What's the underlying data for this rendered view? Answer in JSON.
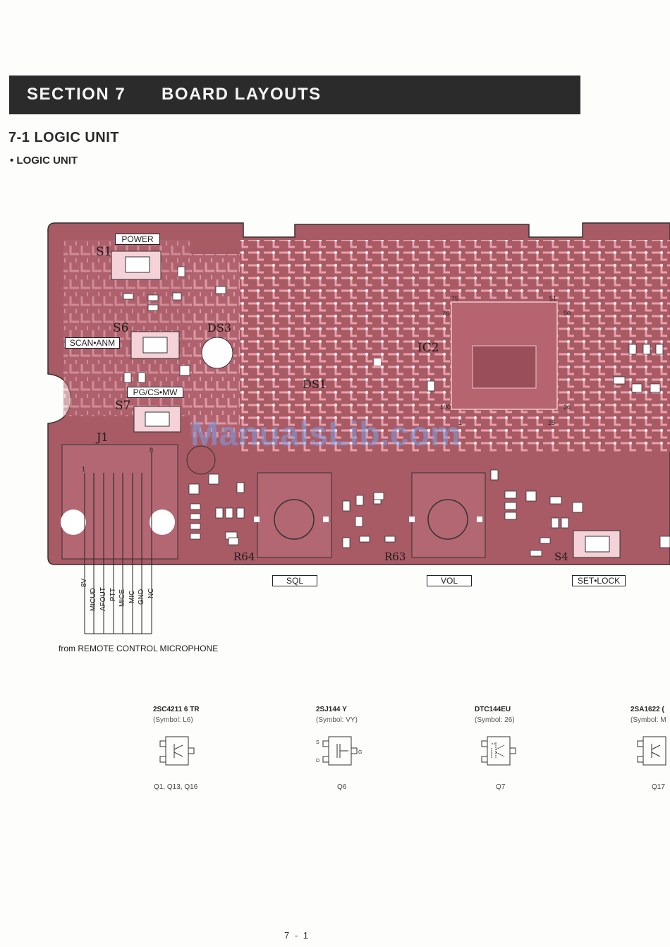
{
  "header": {
    "section_number": "SECTION  7",
    "section_title": "BOARD LAYOUTS"
  },
  "subsection": {
    "heading": "7-1  LOGIC UNIT",
    "bullet": "• LOGIC UNIT"
  },
  "board": {
    "switch_labels": {
      "power": "POWER",
      "scan": "SCAN•ANM",
      "pgcs": "PG/CS•MW"
    },
    "designators": {
      "s1": "S1",
      "s6": "S6",
      "s7": "S7",
      "j1": "J1",
      "ds3": "DS3",
      "ds1": "DS1",
      "ic2": "IC2",
      "r64": "R64",
      "r63": "R63",
      "s4": "S4"
    },
    "ic_pins": {
      "p75": "75",
      "p76": "76",
      "p51": "51",
      "p50": "50",
      "p100": "100",
      "p1": "1",
      "p26": "26",
      "p25": "25"
    },
    "jack_pins": {
      "p1": "1",
      "p8": "8"
    },
    "control_labels": {
      "sql": "SQL",
      "vol": "VOL",
      "setlock": "SET•LOCK"
    },
    "wire_labels": [
      "8V",
      "MICUD",
      "AFOUT",
      "PTT",
      "MICE",
      "MIC",
      "GND",
      "NC"
    ],
    "wire_caption": "from REMOTE CONTROL MICROPHONE",
    "colors": {
      "board": "#a85a65",
      "trace": "#f0a8b4",
      "pad": "#ffffff",
      "outline": "#333333"
    }
  },
  "parts": [
    {
      "name": "2SC4211  6  TR",
      "symbol": "(Symbol: L6)",
      "refs": "Q1, Q13, Q16"
    },
    {
      "name": "2SJ144  Y",
      "symbol": "(Symbol: VY)",
      "refs": "Q6"
    },
    {
      "name": "DTC144EU",
      "symbol": "(Symbol: 26)",
      "refs": "Q7"
    },
    {
      "name": "2SA1622  (",
      "symbol": "(Symbol: M",
      "refs": "Q17"
    }
  ],
  "watermark": "ManualsLib.com",
  "page_number": "7 - 1"
}
